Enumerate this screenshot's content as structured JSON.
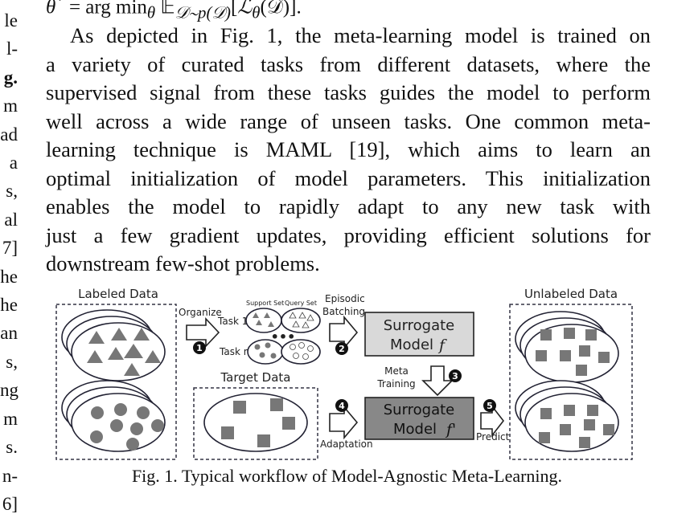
{
  "left_column_fragments": [
    "le",
    "l-",
    "g.",
    "m",
    "ad",
    "a",
    "s,",
    "al",
    "7]",
    "he",
    "he",
    "an",
    "s,",
    "ng",
    "m",
    "s.",
    "n-",
    "6]"
  ],
  "equation": "θ* = arg min_θ E_D∼p(D)[L_θ(D)].",
  "paragraph_lines": [
    "As depicted in Fig. 1, the meta-learning model is trained on",
    "a variety of curated tasks from different datasets, where the",
    "supervised signal from these tasks guides the model to perform",
    "well across a wide range of unseen tasks. One common meta-",
    "learning technique is MAML [19], which aims to learn an",
    "optimal initialization of model parameters. This initialization",
    "enables the model to rapidly adapt to any new task with",
    "just a few gradient updates, providing efficient solutions for",
    "downstream few-shot problems."
  ],
  "figure": {
    "labeled_data": "Labeled Data",
    "unlabeled_data": "Unlabeled Data",
    "organize": "Organize",
    "support_set": "Support Set",
    "query_set": "Query Set",
    "task_1": "Task 1",
    "task_n": "Task n",
    "episodic": "Episodic",
    "batching": "Batching",
    "surrogate": "Surrogate",
    "model_f": "Model",
    "f_symbol": "f",
    "f_prime_symbol": "f'",
    "target_data": "Target Data",
    "meta": "Meta",
    "training": "Training",
    "adaptation": "Adaptation",
    "predict": "Predict",
    "steps": [
      "1",
      "2",
      "3",
      "4",
      "5"
    ]
  },
  "caption": "Fig. 1.  Typical workflow of Model-Agnostic Meta-Learning."
}
